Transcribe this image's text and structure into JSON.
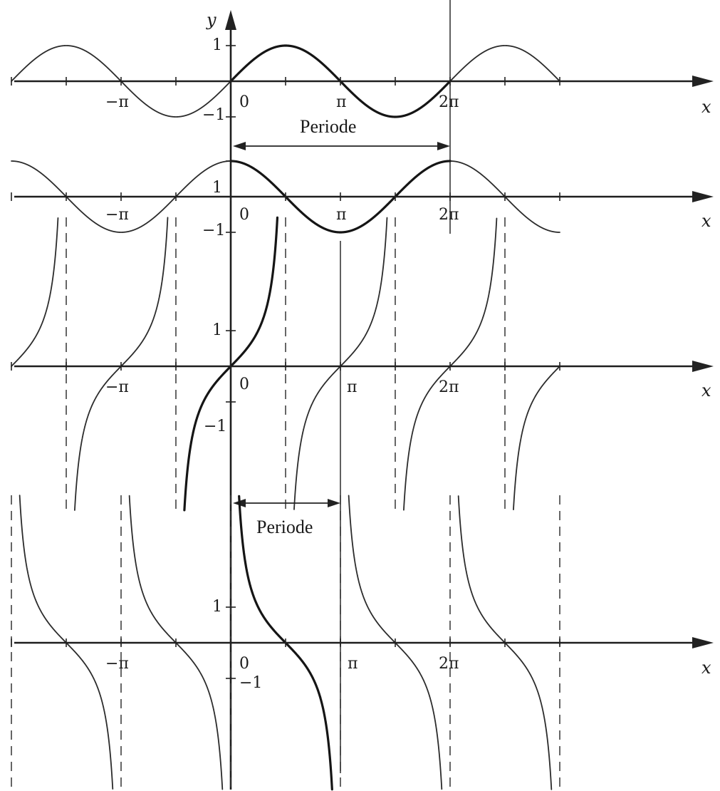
{
  "chart_data": [
    {
      "type": "line",
      "function": "sin",
      "x_range": [
        -6.283,
        9.425
      ],
      "y_range": [
        -1,
        1
      ],
      "bold_interval": [
        0,
        6.283
      ],
      "labels": {
        "xlabel": "x",
        "ylabel": "y",
        "y_pos": "1",
        "y_neg": "−1",
        "origin": "0",
        "neg_pi": "−π",
        "pi": "π",
        "two_pi": "2π"
      },
      "annotation": "Periode",
      "period_interval": [
        0,
        6.283
      ]
    },
    {
      "type": "line",
      "function": "cos",
      "x_range": [
        -6.283,
        9.425
      ],
      "y_range": [
        -1,
        1
      ],
      "bold_interval": [
        0,
        6.283
      ],
      "labels": {
        "xlabel": "x",
        "y_pos": "1",
        "y_neg": "−1",
        "origin": "0",
        "neg_pi": "−π",
        "pi": "π",
        "two_pi": "2π"
      }
    },
    {
      "type": "line",
      "function": "tan",
      "x_range": [
        -6.283,
        9.425
      ],
      "y_range": [
        -1,
        1
      ],
      "bold_interval": [
        -1.571,
        1.571
      ],
      "asymptotes": [
        -4.712,
        -1.571,
        1.571,
        4.712,
        7.854
      ],
      "labels": {
        "xlabel": "x",
        "y_pos": "1",
        "y_neg": "−1",
        "origin": "0",
        "neg_pi": "−π",
        "pi": "π",
        "two_pi": "2π"
      },
      "annotation": "Periode",
      "period_interval": [
        0,
        3.1416
      ]
    },
    {
      "type": "line",
      "function": "cot",
      "x_range": [
        -6.283,
        9.425
      ],
      "y_range": [
        -1,
        1
      ],
      "bold_interval": [
        0,
        3.1416
      ],
      "asymptotes": [
        -6.283,
        -3.1416,
        0,
        3.1416,
        6.283,
        9.425
      ],
      "labels": {
        "xlabel": "x",
        "y_pos": "1",
        "y_neg": "−1",
        "origin": "0",
        "neg_pi": "−π",
        "pi": "π",
        "two_pi": "2π"
      }
    }
  ]
}
